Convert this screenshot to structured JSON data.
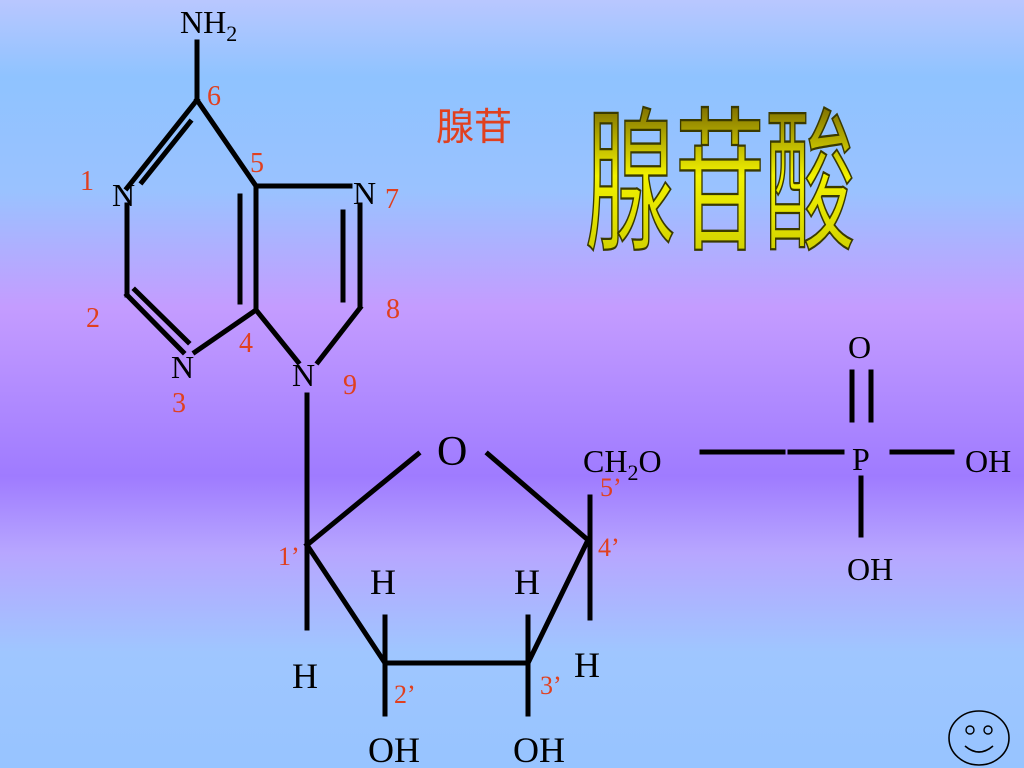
{
  "labels": {
    "nucleoside": "腺苷",
    "title": "腺苷酸"
  },
  "atoms": {
    "nh2": "NH",
    "nh2_sub": "2",
    "n1": "N",
    "n3": "N",
    "n7": "N",
    "n9": "N",
    "ring_o": "O",
    "ch2o": "CH",
    "ch2o_sub": "2",
    "ch2o_tail": "O",
    "p": "P",
    "p_o": "O",
    "p_oh_right": "OH",
    "p_oh_bottom": "OH",
    "h_1p": "H",
    "h_2p": "H",
    "h_3p": "H",
    "h_4p": "H",
    "oh_2p": "OH",
    "oh_3p": "OH"
  },
  "numbering": {
    "n1": "1",
    "n2": "2",
    "n3": "3",
    "n4": "4",
    "n5": "5",
    "n6": "6",
    "n7": "7",
    "n8": "8",
    "n9": "9",
    "c1p": "1’",
    "c2p": "2’",
    "c3p": "3’",
    "c4p": "4’",
    "c5p": "5’"
  },
  "colors": {
    "numbering": "#e0401f",
    "bond": "#000000",
    "title_fill": "#e6e600",
    "title_stroke": "#3a3a00"
  }
}
